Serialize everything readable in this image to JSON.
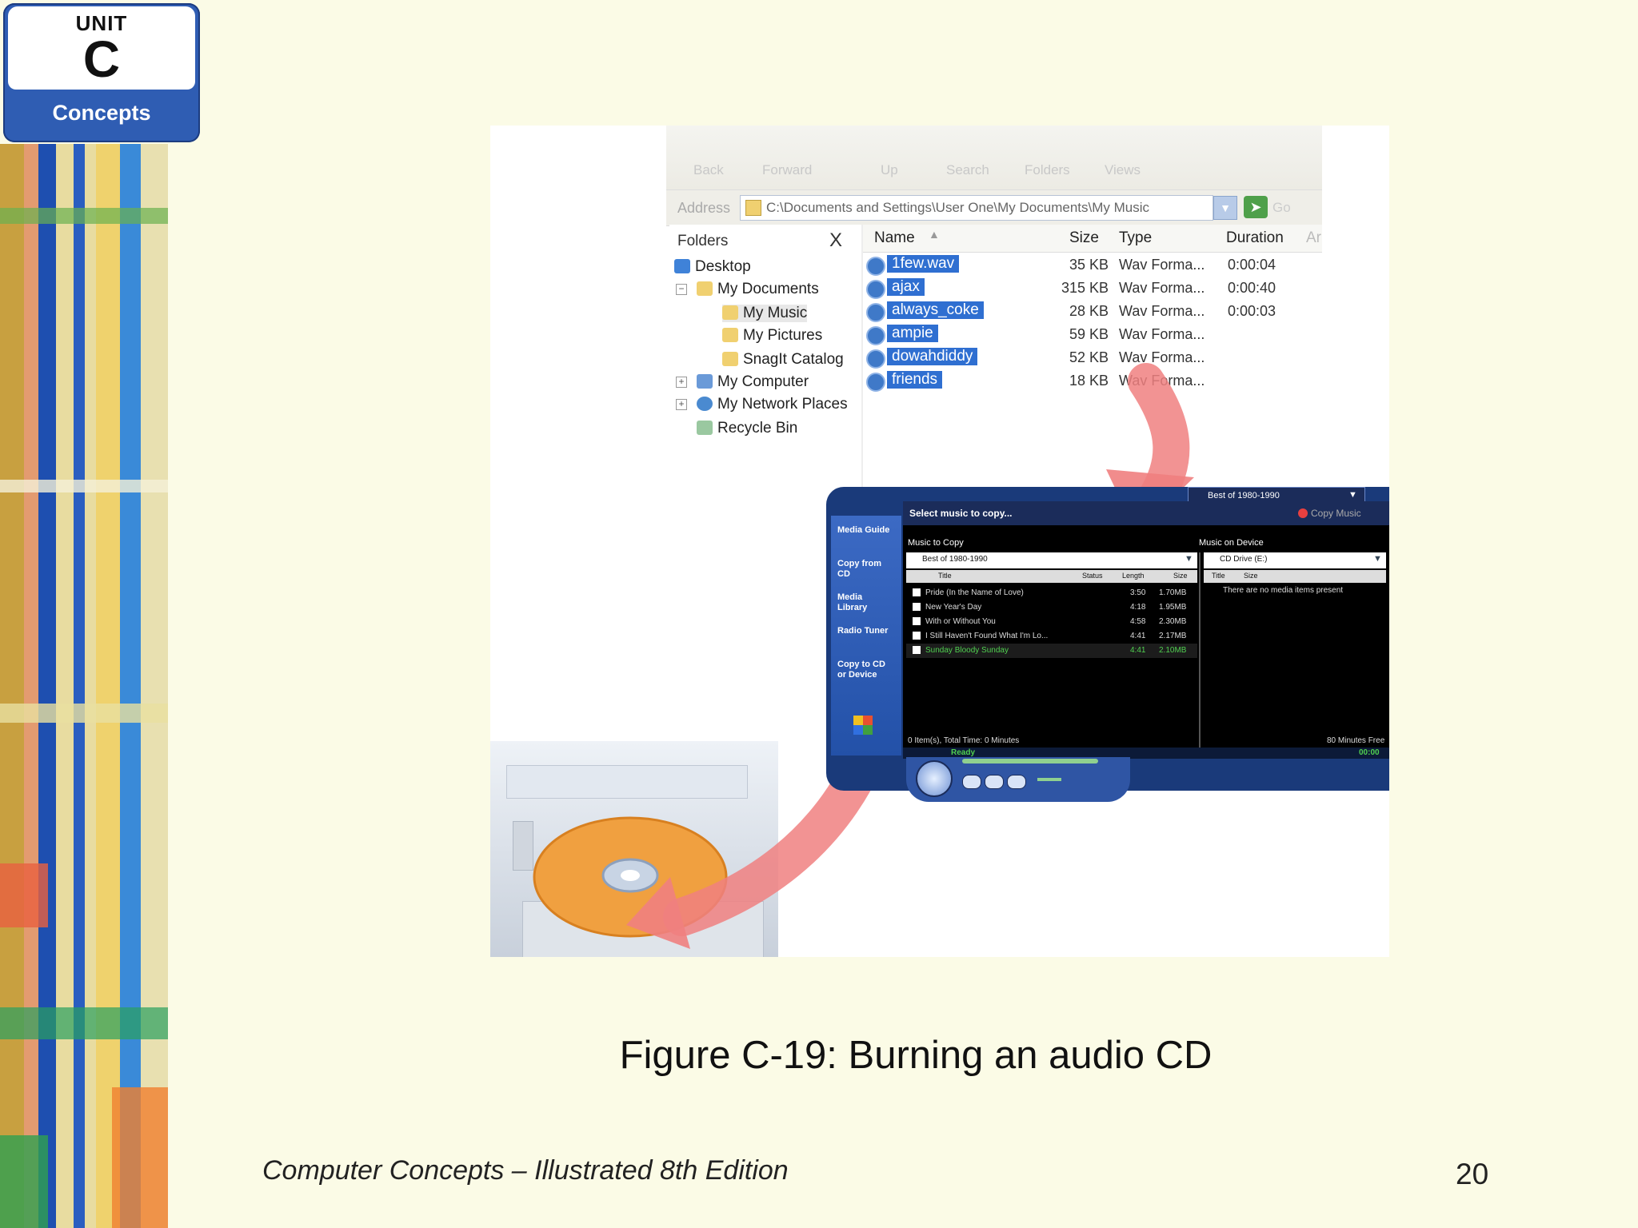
{
  "badge": {
    "unit": "UNIT",
    "letter": "C",
    "subtitle": "Concepts"
  },
  "figure": {
    "explorer": {
      "toolbar": [
        "Back",
        "Forward",
        "Up",
        "Search",
        "Folders",
        "Views"
      ],
      "address_label": "Address",
      "address_value": "C:\\Documents and Settings\\User One\\My Documents\\My Music",
      "go_label": "Go",
      "folders_title": "Folders",
      "close_glyph": "X",
      "tree": [
        "Desktop",
        "My Documents",
        "My Music",
        "My Pictures",
        "SnagIt Catalog",
        "My Computer",
        "My Network Places",
        "Recycle Bin"
      ],
      "columns": {
        "name": "Name",
        "size": "Size",
        "type": "Type",
        "duration": "Duration",
        "extra": "Ar"
      },
      "files": [
        {
          "name": "1few.wav",
          "size": "35 KB",
          "type": "Wav Forma...",
          "duration": "0:00:04"
        },
        {
          "name": "ajax",
          "size": "315 KB",
          "type": "Wav Forma...",
          "duration": "0:00:40"
        },
        {
          "name": "always_coke",
          "size": "28 KB",
          "type": "Wav Forma...",
          "duration": "0:00:03"
        },
        {
          "name": "ampie",
          "size": "59 KB",
          "type": "Wav Forma...",
          "duration": ""
        },
        {
          "name": "dowahdiddy",
          "size": "52 KB",
          "type": "Wav Forma...",
          "duration": ""
        },
        {
          "name": "friends",
          "size": "18 KB",
          "type": "Wav Forma...",
          "duration": ""
        }
      ]
    },
    "player": {
      "playlist_top": "Best of 1980-1990",
      "select_label": "Select music to copy...",
      "copy_button": "Copy Music",
      "music_to_copy": "Music to Copy",
      "music_on_device": "Music on Device",
      "source_playlist": "Best of 1980-1990",
      "device": "CD Drive (E:)",
      "left_cols": {
        "title": "Title",
        "status": "Status",
        "length": "Length",
        "size": "Size"
      },
      "right_cols": {
        "title": "Title",
        "size": "Size"
      },
      "tracks": [
        {
          "title": "Pride (In the Name of Love)",
          "length": "3:50",
          "size": "1.70MB"
        },
        {
          "title": "New Year's Day",
          "length": "4:18",
          "size": "1.95MB"
        },
        {
          "title": "With or Without You",
          "length": "4:58",
          "size": "2.30MB"
        },
        {
          "title": "I Still Haven't Found What I'm Lo...",
          "length": "4:41",
          "size": "2.17MB"
        },
        {
          "title": "Sunday Bloody Sunday",
          "length": "4:41",
          "size": "2.10MB"
        }
      ],
      "no_items": "There are no media items present",
      "left_status": "0 Item(s), Total Time: 0 Minutes",
      "right_status": "80 Minutes Free",
      "ready": "Ready",
      "time": "00:00",
      "nav": [
        "Media Guide",
        "Copy from CD",
        "Media Library",
        "Radio Tuner",
        "Copy to CD or Device"
      ]
    }
  },
  "caption": "Figure C-19: Burning an audio CD",
  "footer": {
    "book": "Computer Concepts – Illustrated 8th Edition",
    "page": "20"
  },
  "colors": {
    "background": "#fbfbe6",
    "badge_blue": "#2f5db3",
    "selection_blue": "#2f6fd1",
    "arrow_pink": "#f08080",
    "disc_orange": "#f0a040"
  }
}
